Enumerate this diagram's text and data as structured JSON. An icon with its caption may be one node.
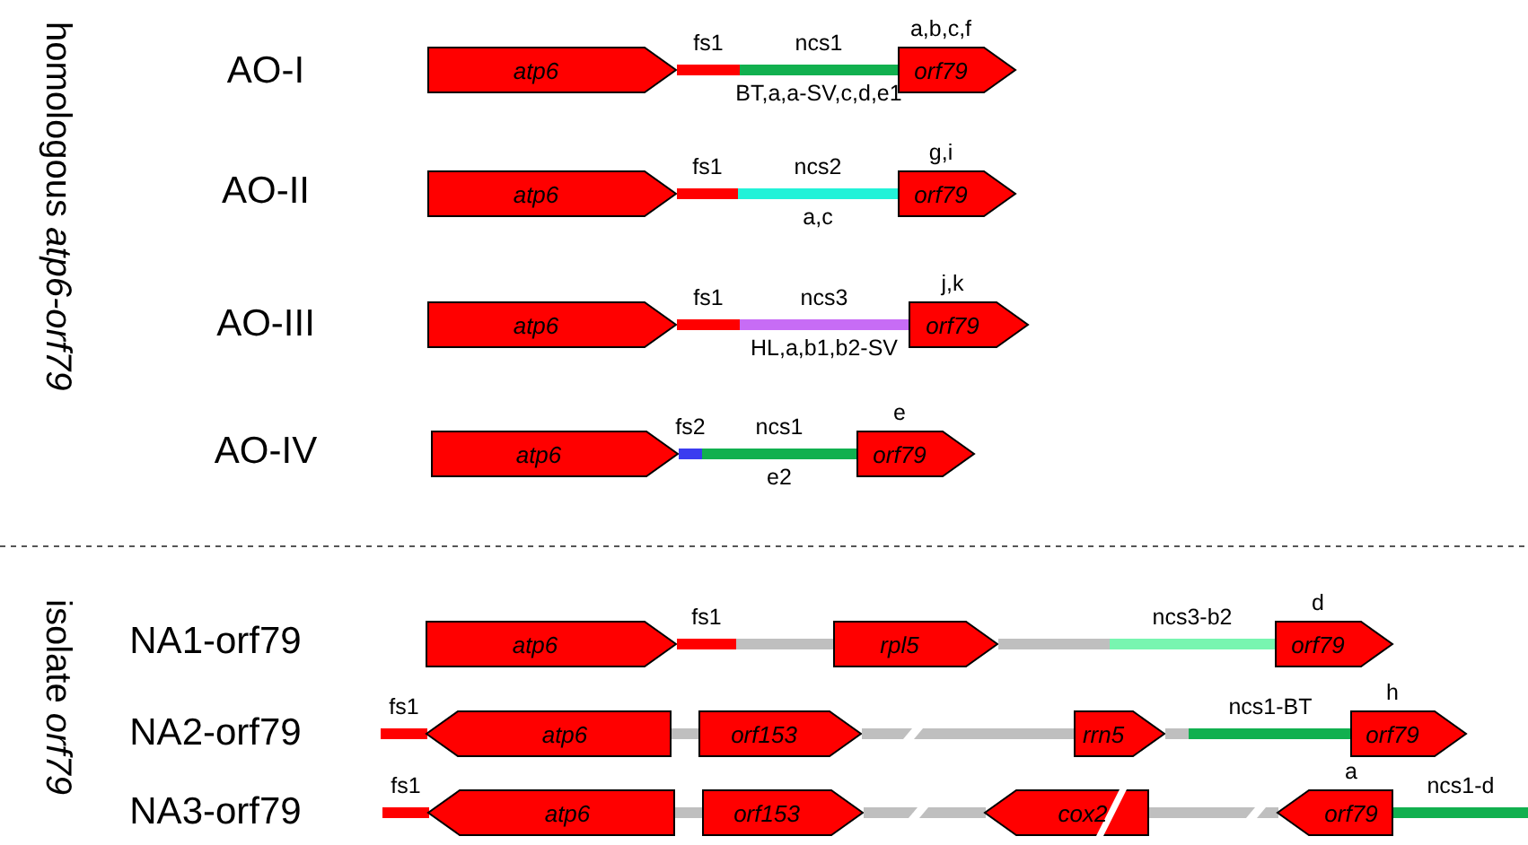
{
  "diagram": {
    "nodes": [
      {
        "text": [
          "atp6"
        ]
      },
      {
        "text": [
          "fs1"
        ]
      },
      {
        "text": [
          "ncs1",
          "BT,a,a-SV,c,d,e1"
        ]
      },
      {
        "text": [
          "orf79"
        ],
        "beside": [
          "a,b,c,f"
        ]
      },
      {
        "text": [
          "atp6"
        ]
      },
      {
        "text": [
          "fs1"
        ]
      },
      {
        "text": [
          "ncs2",
          "a,c"
        ]
      },
      {
        "text": [
          "orf79"
        ],
        "beside": [
          "g,i"
        ]
      },
      {
        "text": [
          "atp6"
        ]
      },
      {
        "text": [
          "fs1"
        ]
      },
      {
        "text": [
          "ncs3",
          "HL,a,b1,b2-SV"
        ]
      },
      {
        "text": [
          "orf79"
        ],
        "beside": [
          "j,k"
        ]
      },
      {
        "text": [
          "atp6"
        ]
      },
      {
        "text": [
          "fs2"
        ]
      },
      {
        "text": [
          "ncs1",
          "e2"
        ]
      },
      {
        "text": [
          "orf79"
        ],
        "beside": [
          "e"
        ]
      },
      {
        "text": [
          "atp6"
        ]
      },
      {
        "text": [
          "fs1"
        ]
      },
      {
        "text": [],
        "shape": "bar"
      },
      {
        "text": [
          "rpl5"
        ]
      },
      {
        "text": [],
        "shape": "bar"
      },
      {
        "text": [
          "ncs3-b2"
        ]
      },
      {
        "text": [
          "orf79"
        ],
        "beside": [
          "d"
        ]
      },
      {
        "text": [
          "fs1"
        ]
      },
      {
        "text": [
          "atp6"
        ]
      },
      {
        "text": [],
        "shape": "bar"
      },
      {
        "text": [
          "orf153"
        ]
      },
      {
        "text": [],
        "shape": "bar"
      },
      {
        "text": [],
        "shape": "bar"
      },
      {
        "text": [
          "rrn5"
        ]
      },
      {
        "text": [],
        "shape": "bar"
      },
      {
        "text": [
          "ncs1-BT"
        ]
      },
      {
        "text": [
          "orf79"
        ],
        "beside": [
          "h"
        ]
      },
      {
        "text": [
          "fs1"
        ]
      },
      {
        "text": [
          "atp6"
        ]
      },
      {
        "text": [],
        "shape": "bar"
      },
      {
        "text": [
          "orf153"
        ]
      },
      {
        "text": [],
        "shape": "bar"
      },
      {
        "text": [],
        "shape": "bar"
      },
      {
        "text": [
          "cox2"
        ]
      },
      {
        "text": [],
        "shape": "bar"
      },
      {
        "text": [],
        "shape": "bar"
      },
      {
        "text": [
          "orf79"
        ],
        "beside": [
          "a"
        ]
      },
      {
        "text": [
          "ncs1-d"
        ]
      }
    ],
    "labels": [
      "homologous *atp6-orf79*",
      "AO-I",
      "AO-II",
      "AO-III",
      "AO-IV",
      "isolate *orf79*",
      "NA1-orf79",
      "NA2-orf79",
      "NA3-orf79"
    ]
  }
}
